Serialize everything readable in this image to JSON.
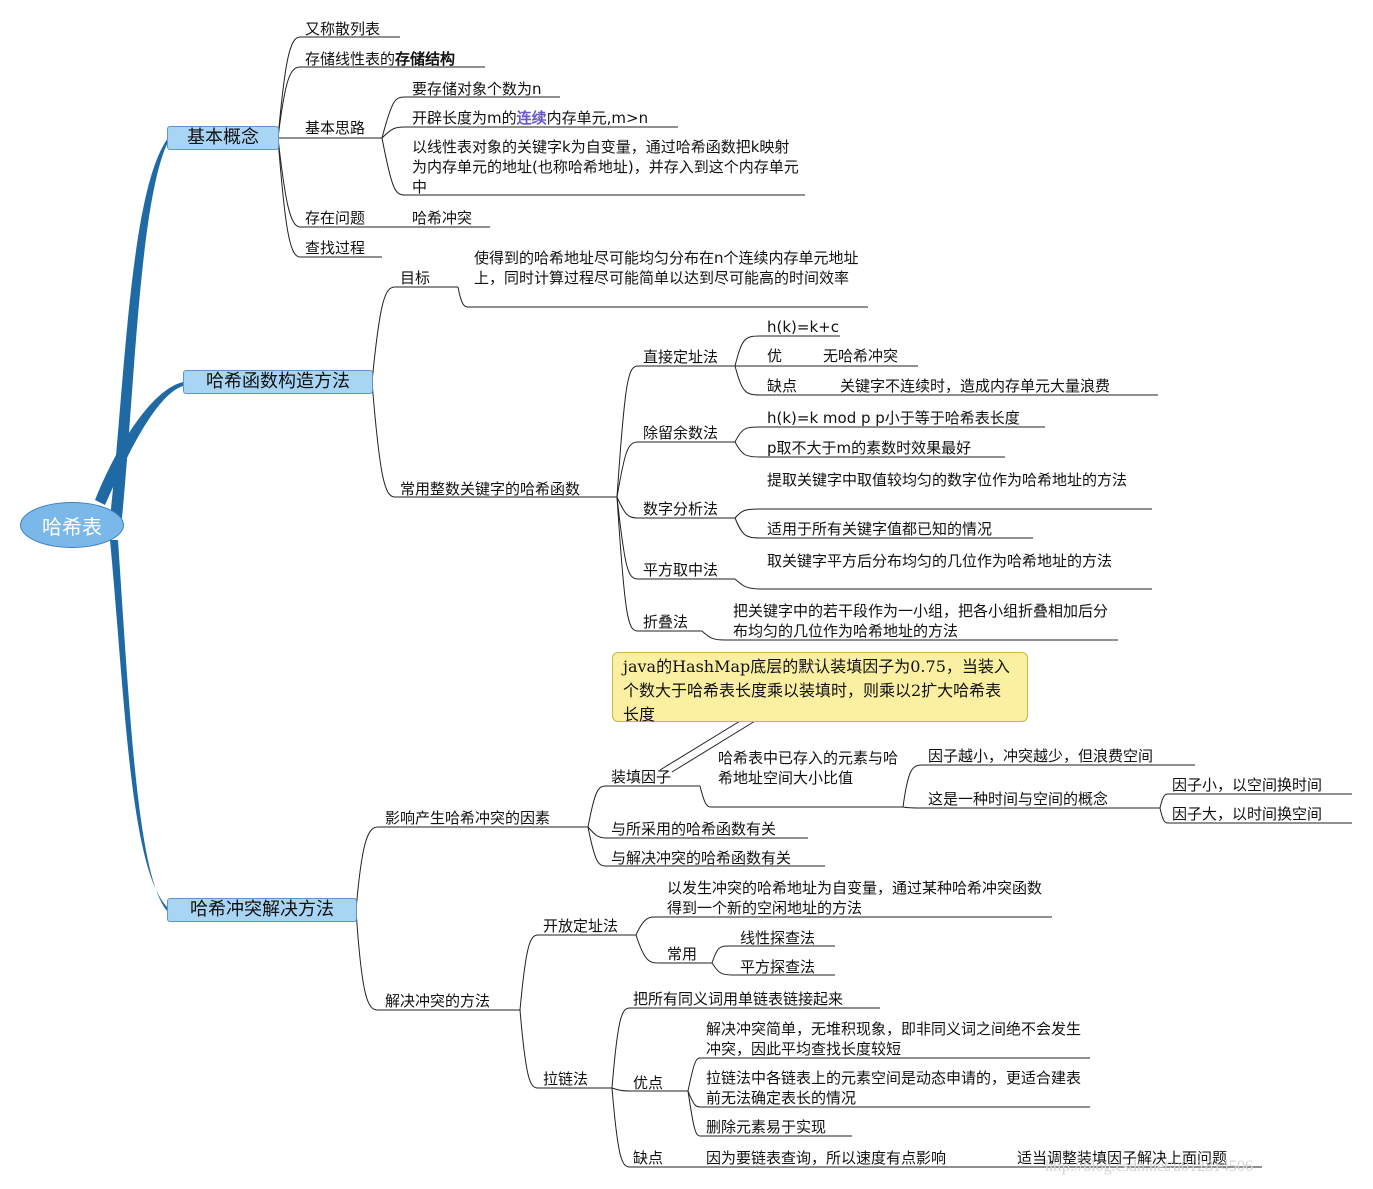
{
  "root": {
    "label": "哈希表"
  },
  "branches": {
    "basic": {
      "label": "基本概念",
      "alias": "又称散列表",
      "storage_prefix": "存储线性表的",
      "storage_bold": "存储结构",
      "idea": {
        "label": "基本思路",
        "item1": "要存储对象个数为n",
        "item2_prefix": "开辟长度为m的",
        "item2_highlight": "连续",
        "item2_suffix": "内存单元,m>n",
        "item3": "以线性表对象的关键字k为自变量，通过哈希函数把k映射为内存单元的地址(也称哈希地址)，并存入到这个内存单元中"
      },
      "problem": {
        "label": "存在问题",
        "value": "哈希冲突"
      },
      "search": "查找过程"
    },
    "func": {
      "label": "哈希函数构造方法",
      "goal": {
        "label": "目标",
        "text": "使得到的哈希地址尽可能均匀分布在n个连续内存单元地址上，同时计算过程尽可能简单以达到尽可能高的时间效率"
      },
      "common": {
        "label": "常用整数关键字的哈希函数",
        "direct": {
          "label": "直接定址法",
          "formula": "h(k)=k+c",
          "pro_label": "优",
          "pro_value": "无哈希冲突",
          "con_label": "缺点",
          "con_value": "关键字不连续时，造成内存单元大量浪费"
        },
        "mod": {
          "label": "除留余数法",
          "formula": "h(k)=k mod p p小于等于哈希表长度",
          "tip": "p取不大于m的素数时效果最好"
        },
        "digit": {
          "label": "数字分析法",
          "text1": "提取关键字中取值较均匀的数字位作为哈希地址的方法",
          "text2": "适用于所有关键字值都已知的情况"
        },
        "square": {
          "label": "平方取中法",
          "text": "取关键字平方后分布均匀的几位作为哈希地址的方法"
        },
        "fold": {
          "label": "折叠法",
          "text": "把关键字中的若干段作为一小组，把各小组折叠相加后分布均匀的几位作为哈希地址的方法"
        }
      }
    },
    "conflict": {
      "label": "哈希冲突解决方法",
      "note": "java的HashMap底层的默认装填因子为0.75，当装入个数大于哈希表长度乘以装填时，则乘以2扩大哈希表长度",
      "factors": {
        "label": "影响产生哈希冲突的因素",
        "load": {
          "label": "装填因子",
          "desc": "哈希表中已存入的元素与哈希地址空间大小比值",
          "small": "因子越小，冲突越少，但浪费空间",
          "concept": "这是一种时间与空间的概念",
          "concept_a": "因子小，以空间换时间",
          "concept_b": "因子大，以时间换空间"
        },
        "hashfunc": "与所采用的哈希函数有关",
        "resolve": "与解决冲突的哈希函数有关"
      },
      "methods": {
        "label": "解决冲突的方法",
        "open": {
          "label": "开放定址法",
          "desc": "以发生冲突的哈希地址为自变量，通过某种哈希冲突函数得到一个新的空闲地址的方法",
          "common_label": "常用",
          "linear": "线性探查法",
          "square": "平方探查法"
        },
        "chain": {
          "label": "拉链法",
          "desc": "把所有同义词用单链表链接起来",
          "pros_label": "优点",
          "pro1": "解决冲突简单，无堆积现象，即非同义词之间绝不会发生冲突，因此平均查找长度较短",
          "pro2": "拉链法中各链表上的元素空间是动态申请的，更适合建表前无法确定表长的情况",
          "pro3": "删除元素易于实现",
          "cons_label": "缺点",
          "con1": "因为要链表查询，所以速度有点影响",
          "con1_fix": "适当调整装填因子解决上面问题"
        }
      }
    }
  },
  "watermark": "http://blog.csdn.net/u012814506",
  "colors": {
    "trunk": "#1f6aa5",
    "main_fill": "#a9d5f5",
    "note_fill": "#fbf0a2",
    "line": "#222222"
  }
}
